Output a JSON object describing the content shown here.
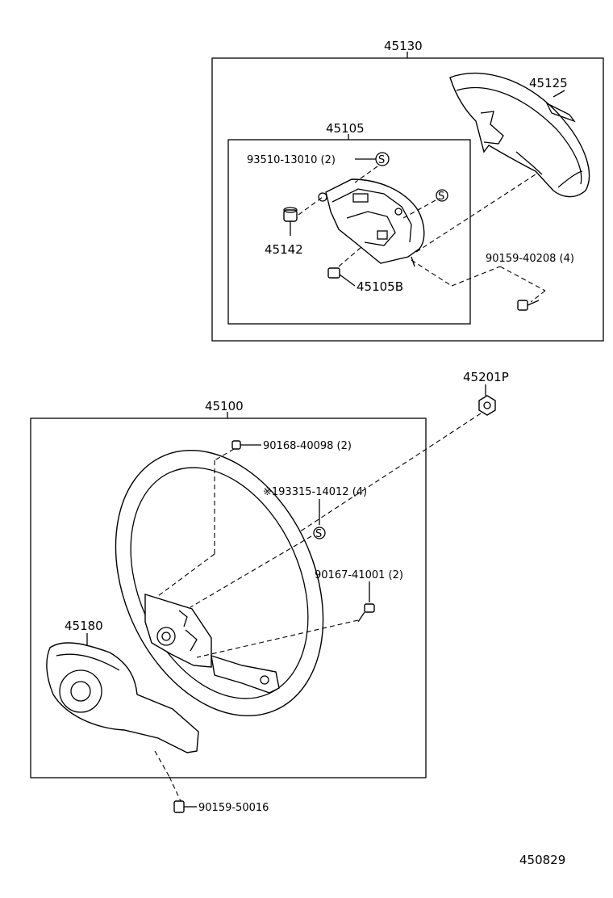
{
  "labels": {
    "pad_assembly": "45130",
    "horn_button": "45125",
    "horn_contact_plate": "45105",
    "screw_93510": "93510-13010 (2)",
    "part_45142": "45142",
    "part_45105B": "45105B",
    "screw_90159_40208": "90159-40208 (4)",
    "nut_45201P": "45201P",
    "steering_wheel": "45100",
    "screw_90168": "90168-40098 (2)",
    "screw_93315": "※193315-14012 (4)",
    "screw_90167": "90167-41001 (2)",
    "cover_45180": "45180",
    "screw_90159_50016": "90159-50016",
    "illustration_no": "450829"
  },
  "symbols": {
    "standard_part": "S"
  }
}
